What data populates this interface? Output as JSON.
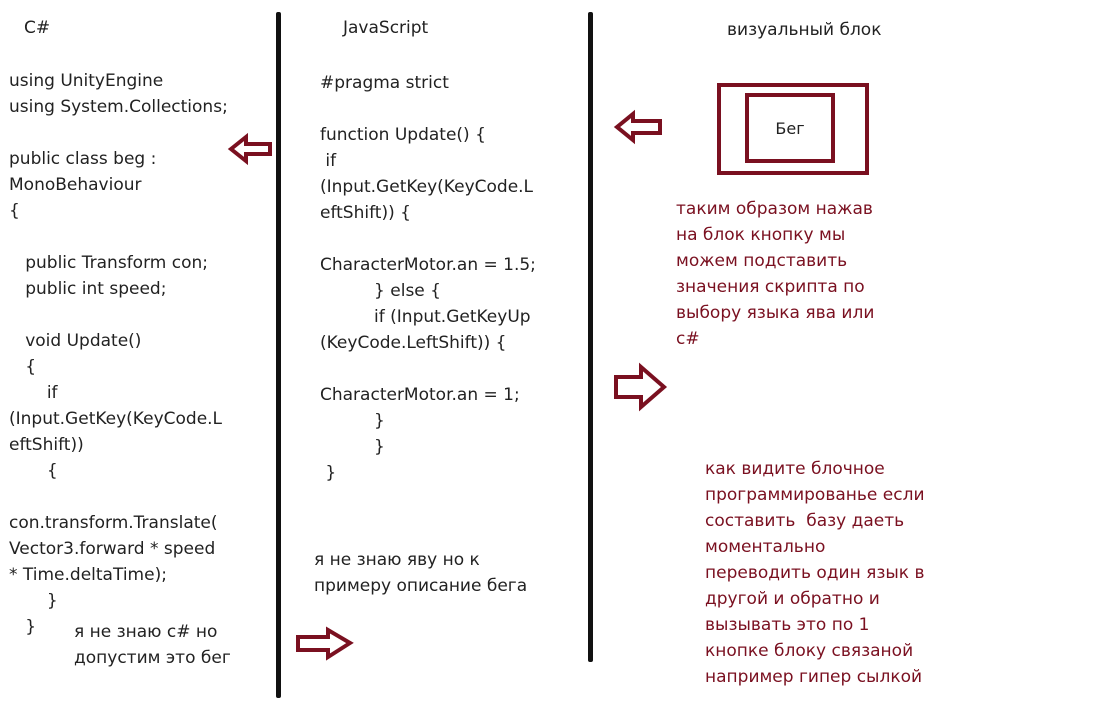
{
  "headers": {
    "csharp": "C#",
    "javascript": "JavaScript",
    "visual": "визуальный блок"
  },
  "csharp_code": [
    "using UnityEngine",
    "using System.Collections;",
    "",
    "public class beg :",
    "MonoBehaviour",
    "{",
    "",
    "   public Transform con;",
    "   public int speed;",
    "",
    "   void Update()",
    "   {",
    "       if",
    "(Input.GetKey(KeyCode.L",
    "eftShift))",
    "       {",
    "",
    "con.transform.Translate(",
    "Vector3.forward * speed",
    "* Time.deltaTime);",
    "       }",
    "   }"
  ],
  "csharp_note": "я не знаю с# но\nдопустим это бег",
  "js_code": [
    "#pragma strict",
    "",
    "function Update() {",
    " if",
    "(Input.GetKey(KeyCode.L",
    "eftShift)) {",
    "",
    "CharacterMotor.an = 1.5;",
    "          } else {",
    "          if (Input.GetKeyUp",
    "(KeyCode.LeftShift)) {",
    "",
    "CharacterMotor.an = 1;",
    "          }",
    "          }",
    " }"
  ],
  "js_note": "я не знаю яву но к\nпримеру описание бега",
  "visual_block_label": "Бег",
  "visual_note_1": "таким образом нажав\nна блок кнопку мы\nможем подставить\nзначения скрипта по\nвыбору языка ява или\nс#",
  "visual_note_2": "как видите блочное\nпрограммированье если\nсоставить  базу даеть\nмоментально\nпереводить один язык в\nдругой и обратно и\nвызывать это по 1\nкнопке блоку связаной\nнапример гипер сылкой",
  "colors": {
    "accent": "#7a1020",
    "divider": "#111111"
  }
}
